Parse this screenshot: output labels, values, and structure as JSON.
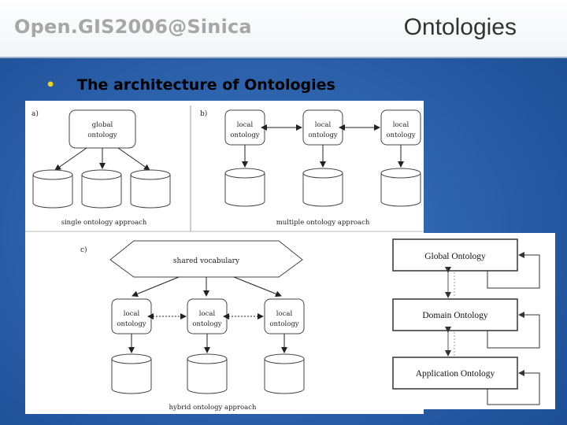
{
  "header": {
    "conference": "Open.GIS2006@Sinica",
    "section_title": "Ontologies"
  },
  "bullet": {
    "text": "The architecture of Ontologies"
  },
  "diagram_abc": {
    "label_a": "a)",
    "label_b": "b)",
    "label_c": "c)",
    "global_line1": "global",
    "global_line2": "ontology",
    "local_line1": "local",
    "local_line2": "ontology",
    "shared_vocabulary": "shared vocabulary",
    "caption_a": "single ontology approach",
    "caption_b": "multiple ontology approach",
    "caption_c": "hybrid ontology approach"
  },
  "diagram_layers": {
    "global": "Global Ontology",
    "domain": "Domain Ontology",
    "application": "Application Ontology"
  }
}
